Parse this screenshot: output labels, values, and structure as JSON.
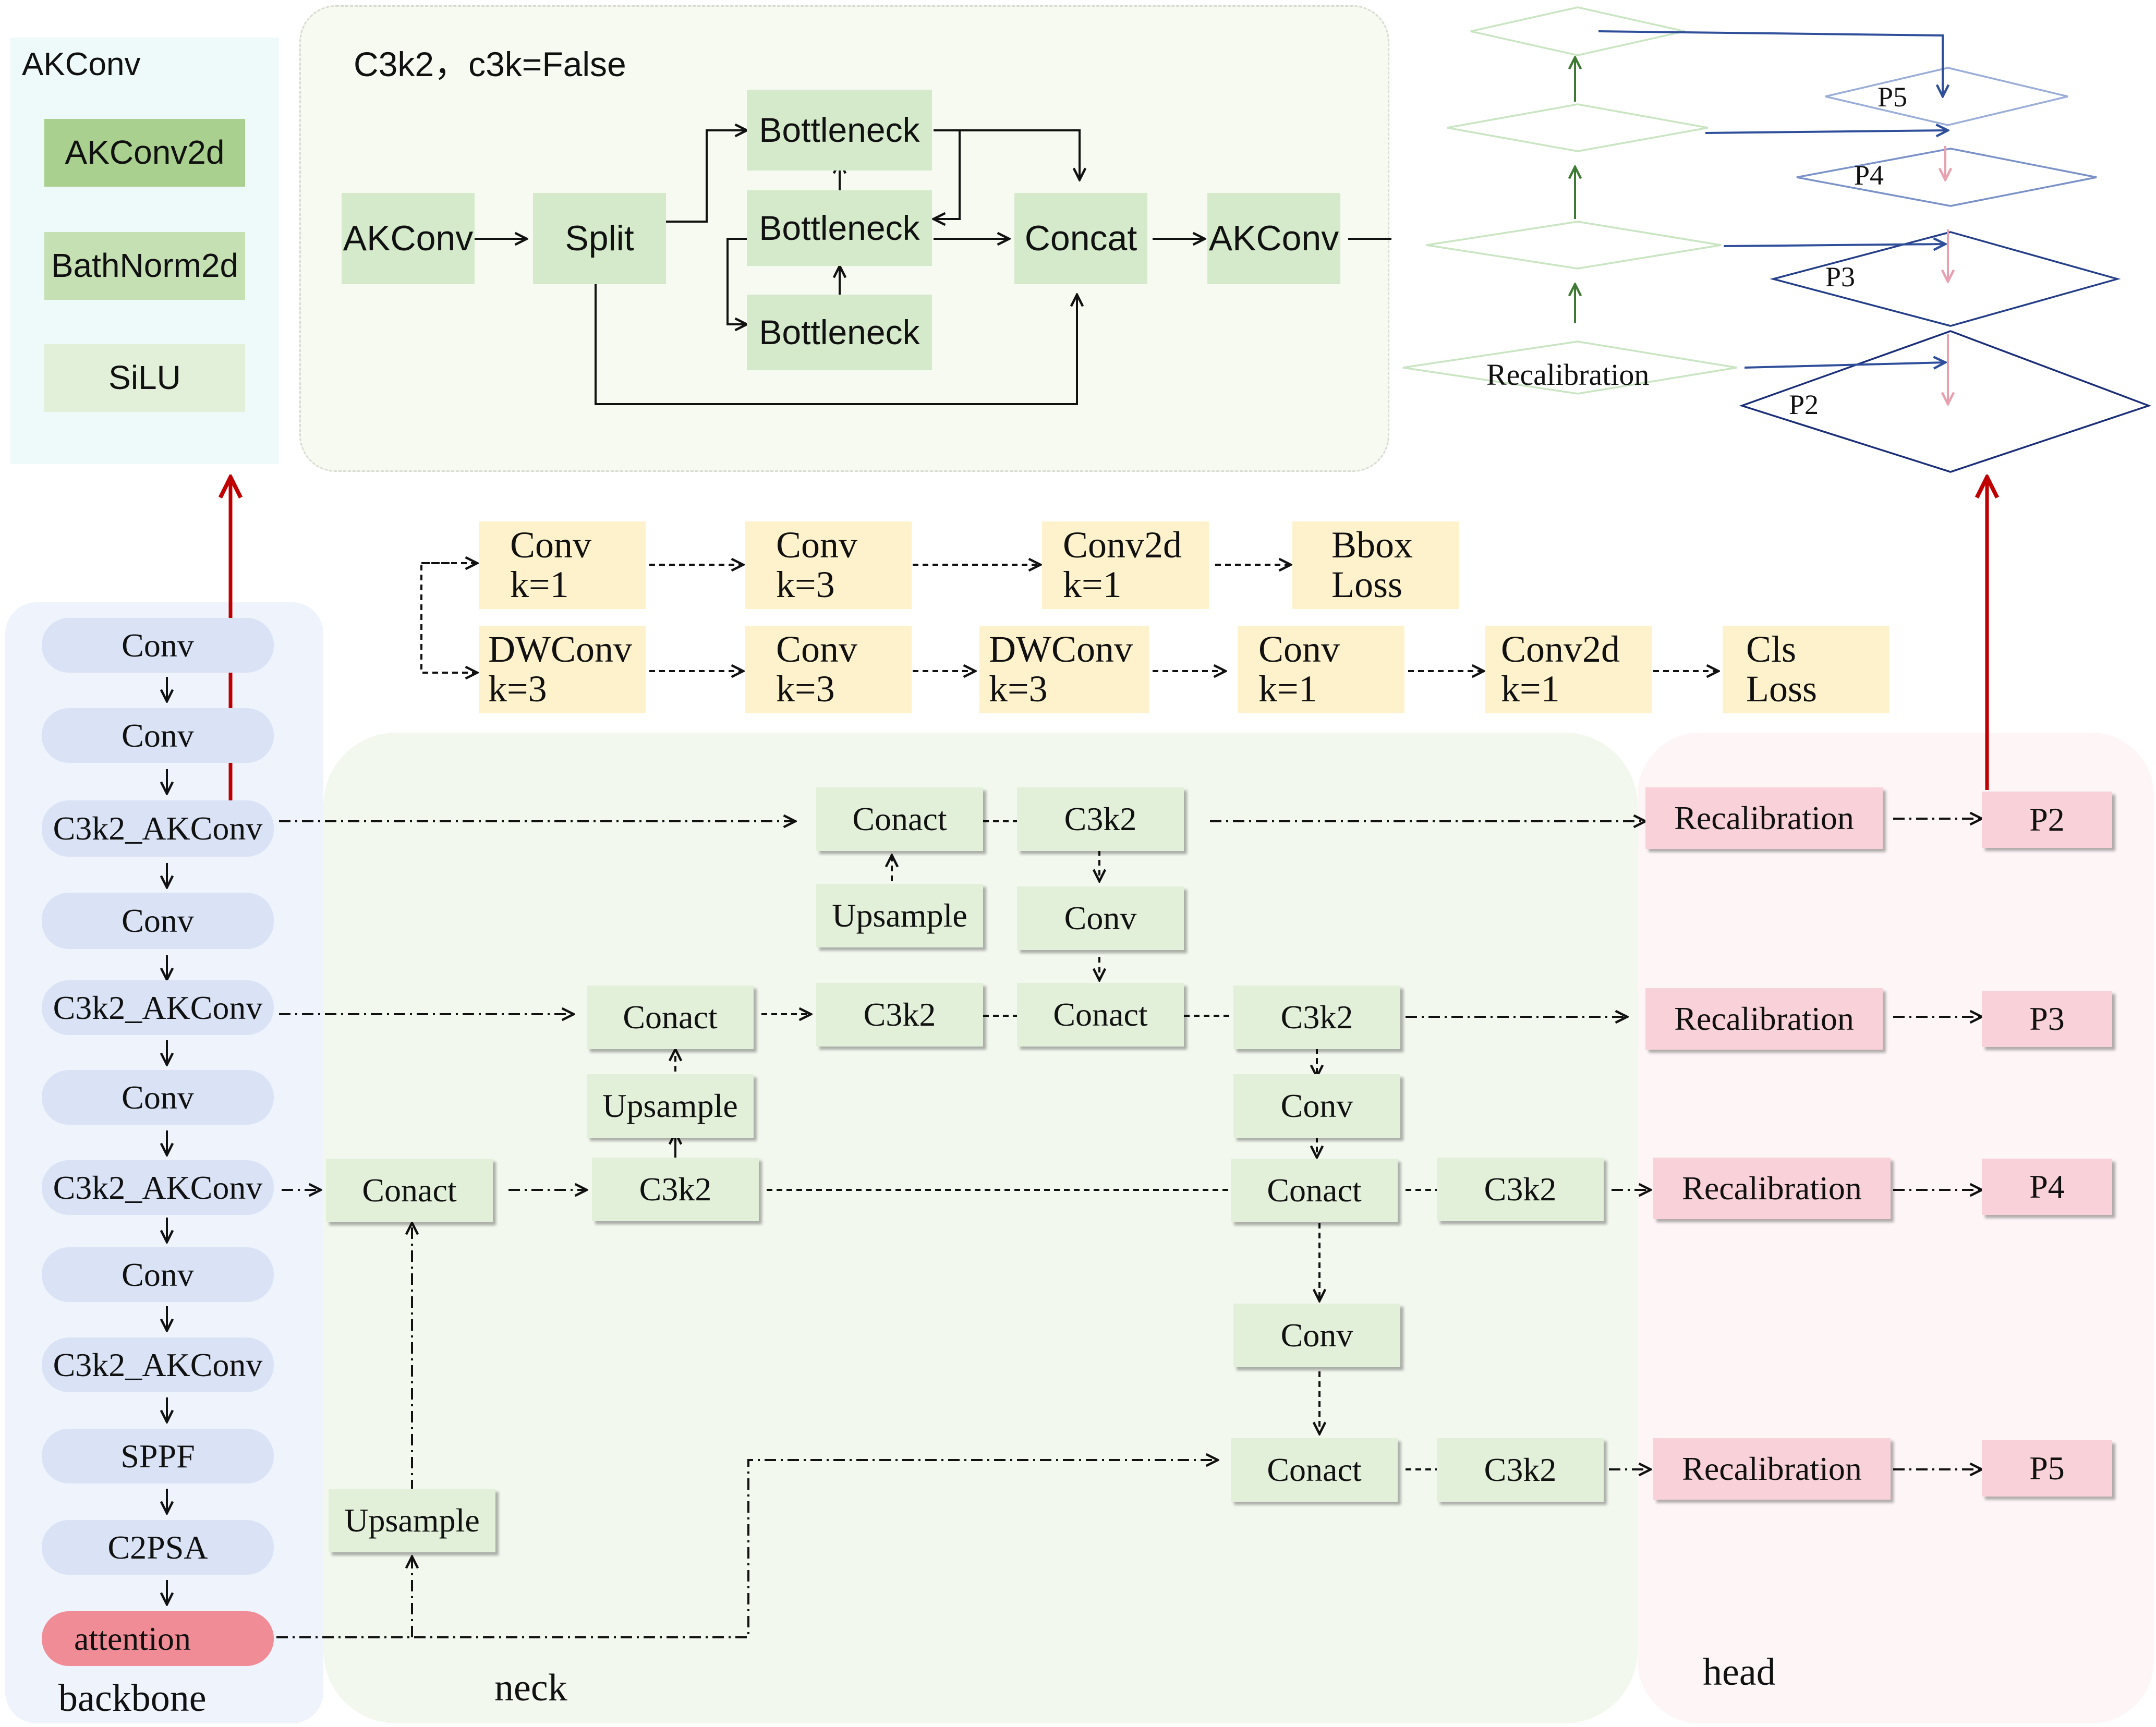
{
  "akconv_panel": {
    "title": "AKConv",
    "items": [
      "AKConv2d",
      "BathNorm2d",
      "SiLU"
    ]
  },
  "c3k2_panel": {
    "title": "C3k2，c3k=False",
    "akconv_in": "AKConv",
    "split": "Split",
    "bottlenecks": [
      "Bottleneck",
      "Bottleneck",
      "Bottleneck"
    ],
    "concat": "Concat",
    "akconv_out": "AKConv"
  },
  "pyramid": {
    "recalibration": "Recalibration",
    "levels": [
      "P5",
      "P4",
      "P3",
      "P2"
    ]
  },
  "head_blocks": {
    "row1": [
      "Conv\nk=1",
      "Conv\nk=3",
      "Conv2d\nk=1",
      "Bbox\nLoss"
    ],
    "row2": [
      "DWConv\nk=3",
      "Conv\nk=3",
      "DWConv\nk=3",
      "Conv\nk=1",
      "Conv2d\nk=1",
      "Cls\nLoss"
    ]
  },
  "backbone": {
    "label": "backbone",
    "layers": [
      "Conv",
      "Conv",
      "C3k2_AKConv",
      "Conv",
      "C3k2_AKConv",
      "Conv",
      "C3k2_AKConv",
      "Conv",
      "C3k2_AKConv",
      "SPPF",
      "C2PSA",
      "attention"
    ]
  },
  "neck": {
    "label": "neck",
    "conact": "Conact",
    "c3k2": "C3k2",
    "upsample": "Upsample",
    "conv": "Conv"
  },
  "head": {
    "label": "head",
    "recalibration": "Recalibration",
    "outputs": [
      "P2",
      "P3",
      "P4",
      "P5"
    ]
  },
  "colors": {
    "green_block": "#e2efd9",
    "akconv_green_dark": "#a9d08e",
    "akconv_green_mid": "#c5e0b3",
    "akconv_green_light": "#e2efd9",
    "backbone_pill": "#dae3f5",
    "attention_pill": "#f08c96",
    "head_pink": "#f8d2d8",
    "yellow_block": "#fef2cc",
    "red_arrow": "#c00000"
  }
}
